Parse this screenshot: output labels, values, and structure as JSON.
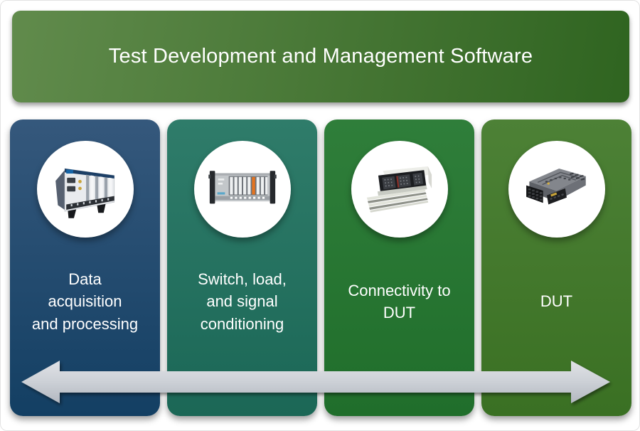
{
  "header": {
    "title": "Test Development and Management Software",
    "colors": {
      "left": "#618b4c",
      "right": "#2f6420",
      "text": "#ffffff"
    }
  },
  "columns": [
    {
      "id": "data-acquisition-and-processing",
      "label": "Data\nacquisition\nand processing",
      "image": "pxi-chassis-photo",
      "colors": {
        "top": "#35587c",
        "bottom": "#133f63"
      }
    },
    {
      "id": "switch-load-signal-conditioning",
      "label": "Switch, load,\nand signal\nconditioning",
      "image": "scxi-switch-chassis-photo",
      "colors": {
        "top": "#2f7c6a",
        "bottom": "#1b6756"
      }
    },
    {
      "id": "connectivity-to-dut",
      "label": "Connectivity to\nDUT",
      "image": "mass-interconnect-receiver-photo",
      "colors": {
        "top": "#2f7e3a",
        "bottom": "#206e2b"
      }
    },
    {
      "id": "dut",
      "label": "DUT",
      "image": "ecu-device-photo",
      "colors": {
        "top": "#4d8136",
        "bottom": "#3a7023"
      }
    }
  ],
  "arrow": {
    "style": "double-headed-horizontal",
    "colors": {
      "top": "#e0e2e6",
      "middle": "#ccd0d6",
      "bottom": "#b2b7c0"
    }
  }
}
